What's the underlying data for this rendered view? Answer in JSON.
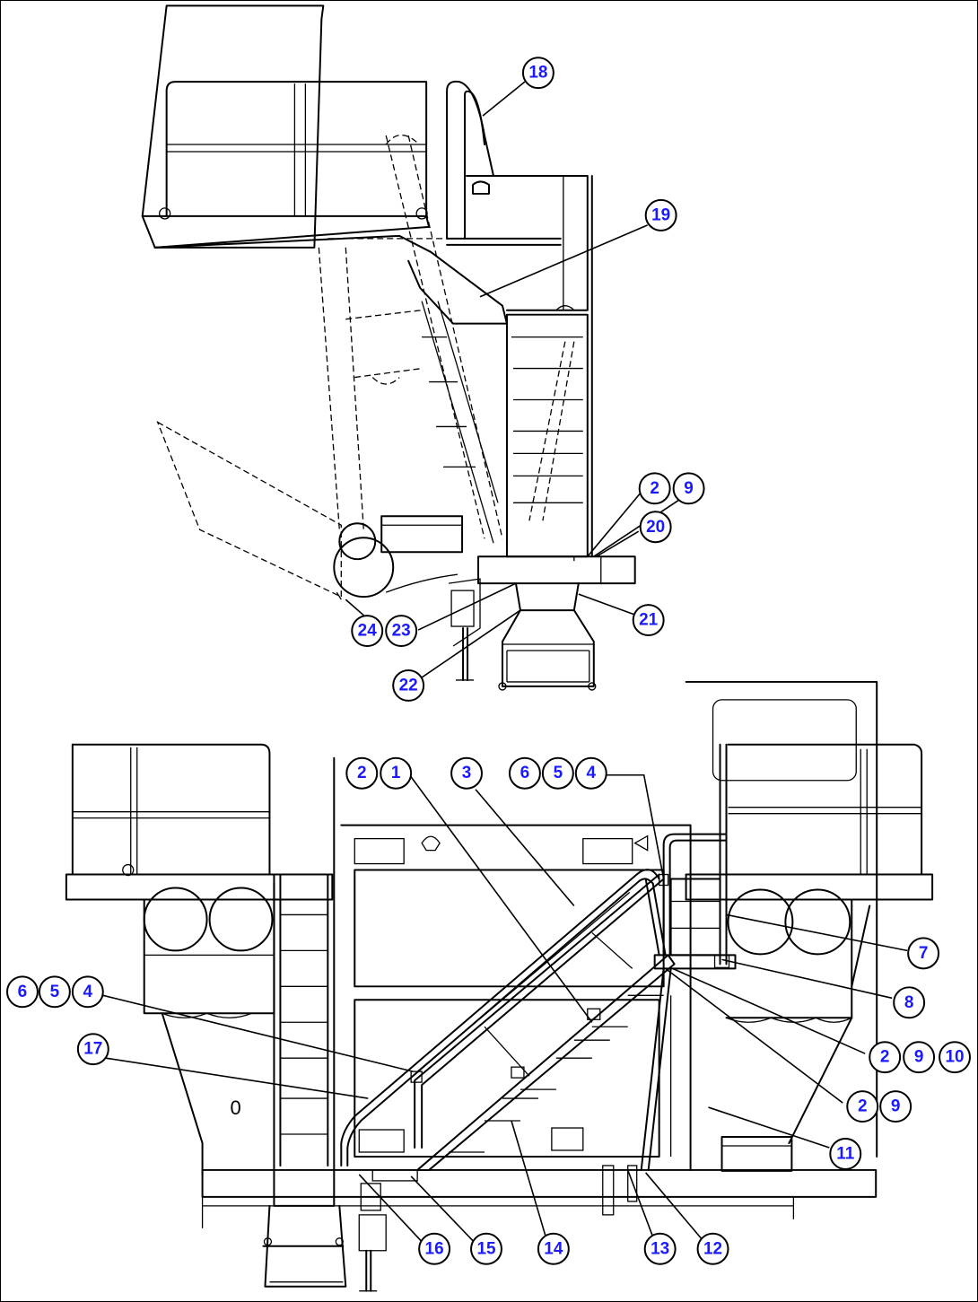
{
  "callouts": [
    {
      "id": "c18",
      "label": "18"
    },
    {
      "id": "c19",
      "label": "19"
    },
    {
      "id": "c2a",
      "label": "2"
    },
    {
      "id": "c9a",
      "label": "9"
    },
    {
      "id": "c20",
      "label": "20"
    },
    {
      "id": "c21",
      "label": "21"
    },
    {
      "id": "c24",
      "label": "24"
    },
    {
      "id": "c23",
      "label": "23"
    },
    {
      "id": "c22",
      "label": "22"
    },
    {
      "id": "c2b",
      "label": "2"
    },
    {
      "id": "c1",
      "label": "1"
    },
    {
      "id": "c3",
      "label": "3"
    },
    {
      "id": "c6a",
      "label": "6"
    },
    {
      "id": "c5a",
      "label": "5"
    },
    {
      "id": "c4a",
      "label": "4"
    },
    {
      "id": "c6b",
      "label": "6"
    },
    {
      "id": "c5b",
      "label": "5"
    },
    {
      "id": "c4b",
      "label": "4"
    },
    {
      "id": "c7",
      "label": "7"
    },
    {
      "id": "c8",
      "label": "8"
    },
    {
      "id": "c17",
      "label": "17"
    },
    {
      "id": "c2c",
      "label": "2"
    },
    {
      "id": "c9b",
      "label": "9"
    },
    {
      "id": "c10",
      "label": "10"
    },
    {
      "id": "c2d",
      "label": "2"
    },
    {
      "id": "c9c",
      "label": "9"
    },
    {
      "id": "c11",
      "label": "11"
    },
    {
      "id": "c16",
      "label": "16"
    },
    {
      "id": "c15",
      "label": "15"
    },
    {
      "id": "c14",
      "label": "14"
    },
    {
      "id": "c13",
      "label": "13"
    },
    {
      "id": "c12",
      "label": "12"
    }
  ]
}
